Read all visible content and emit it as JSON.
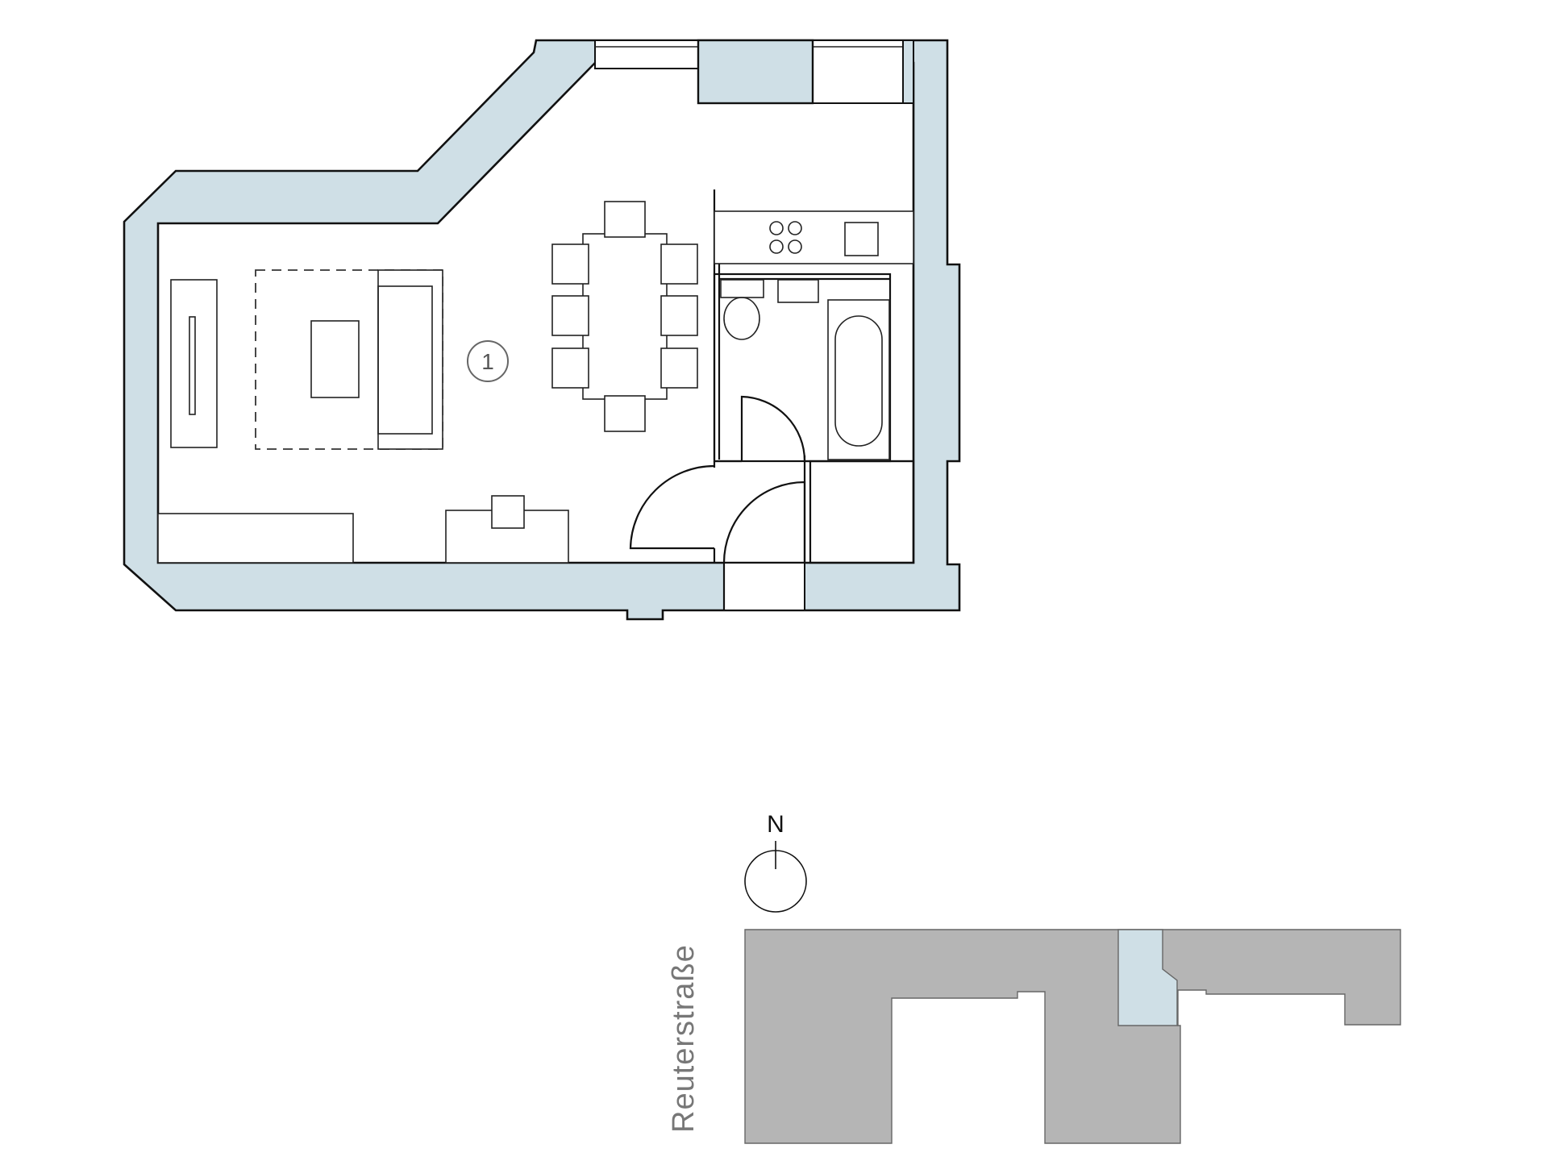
{
  "floor_plan": {
    "room_number": "1"
  },
  "site_plan": {
    "north_label": "N",
    "street_label": "Reuterstraße"
  },
  "colors": {
    "wall_fill": "#cfdfe6",
    "site_building": "#b5b5b5",
    "highlighted_unit": "#cfdfe6",
    "lines": "#111111"
  }
}
